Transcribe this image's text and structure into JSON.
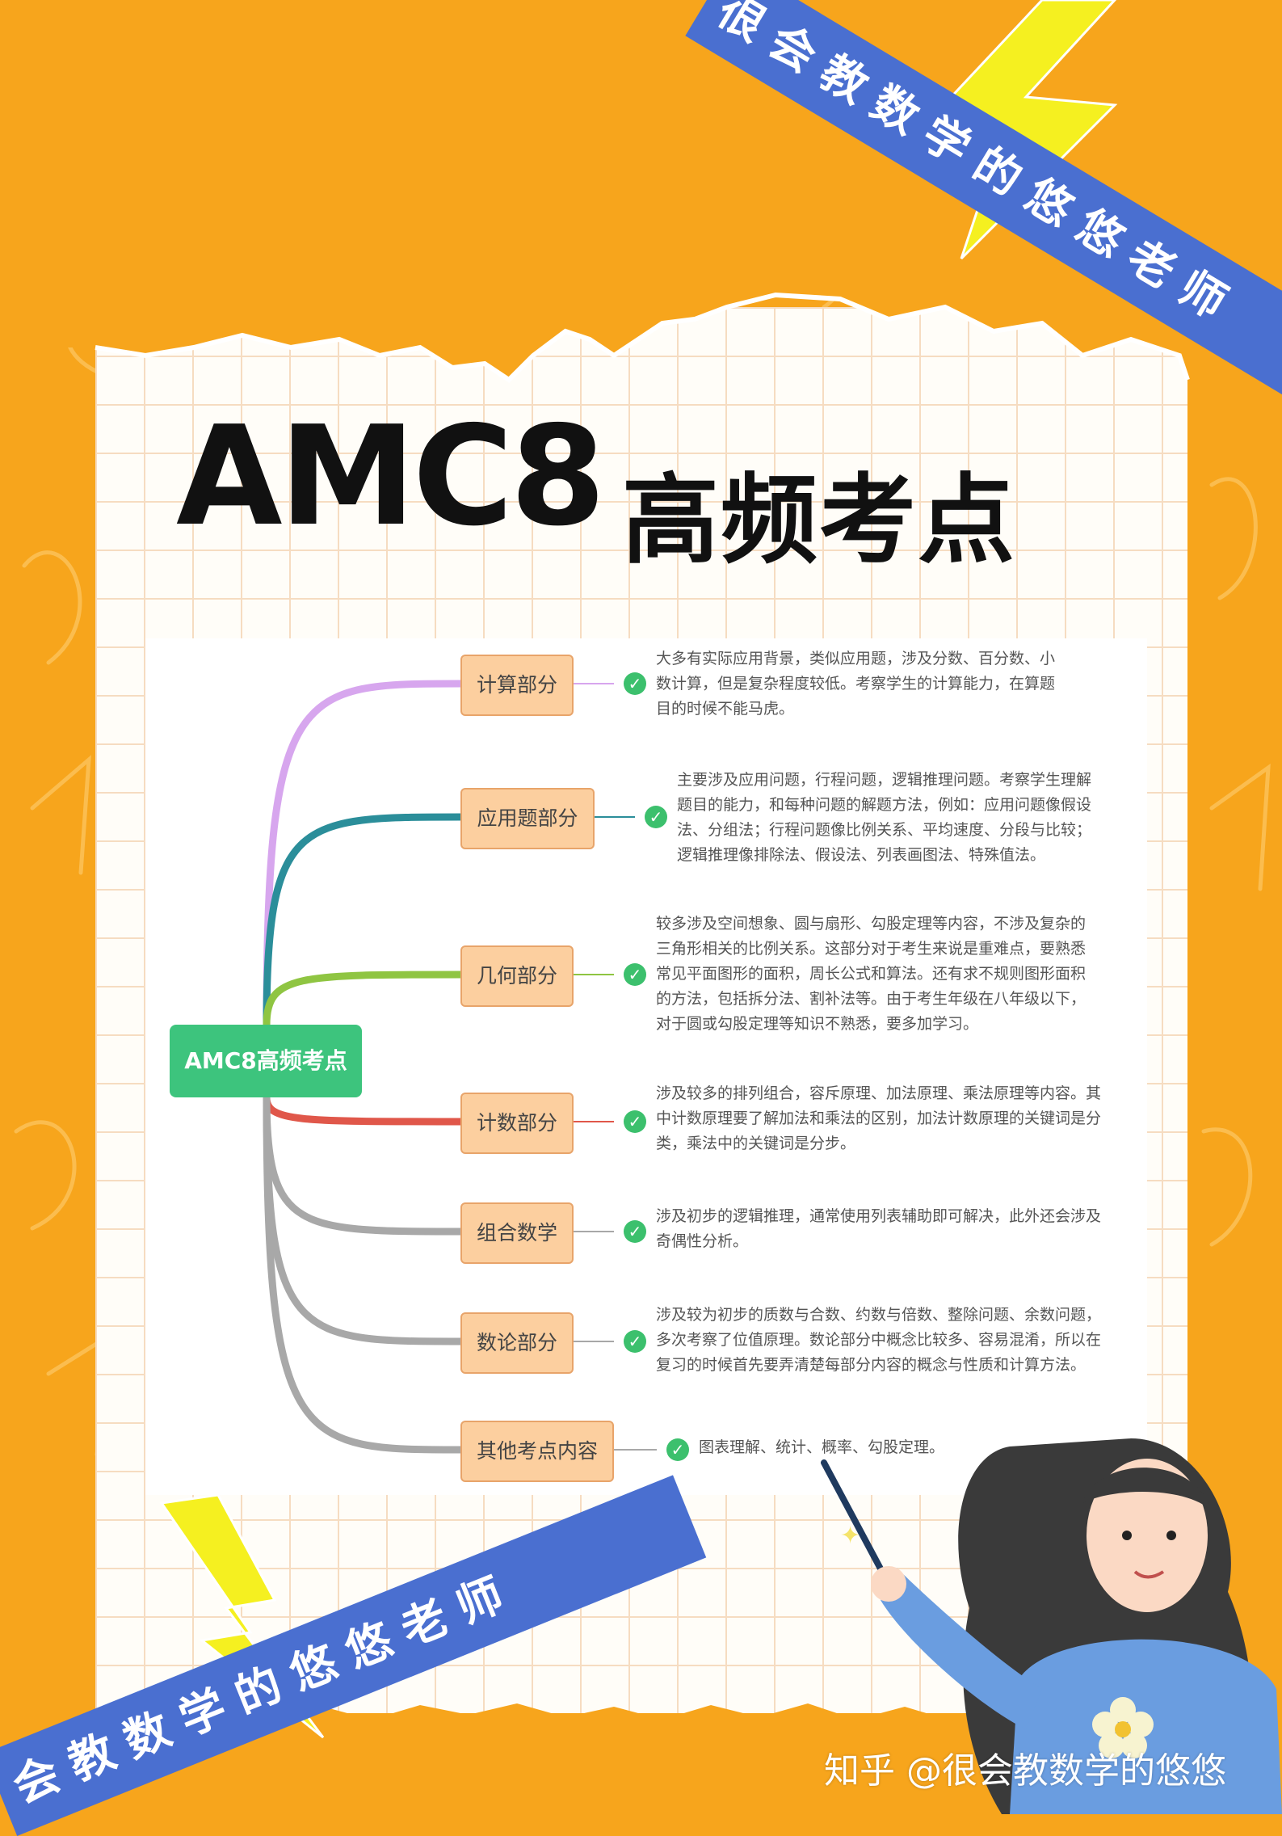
{
  "title": {
    "main": "AMC8",
    "sub": "高频考点"
  },
  "ribbons": {
    "top": "很会教数学的悠悠老师",
    "bottom": "会教数学的悠悠老师"
  },
  "watermark": "知乎 @很会教数学的悠悠",
  "colors": {
    "background": "#f7a51c",
    "ribbon": "#4a6fd0",
    "root": "#3dc47d",
    "branch_fill": "#fccf9f",
    "check": "#3cc06d"
  },
  "mindmap": {
    "root": "AMC8高频考点",
    "branches": [
      {
        "label": "计算部分",
        "color": "#d7a6ee",
        "desc": [
          "大多有实际应用背景，类似应用题，涉及分数、百分数、小",
          "数计算，但是复杂程度较低。考察学生的计算能力，在算题",
          "目的时候不能马虎。"
        ]
      },
      {
        "label": "应用题部分",
        "color": "#2b8e9a",
        "desc": [
          "主要涉及应用问题，行程问题，逻辑推理问题。考察学生理解",
          "题目的能力，和每种问题的解题方法，例如：应用问题像假设",
          "法、分组法；行程问题像比例关系、平均速度、分段与比较；",
          "逻辑推理像排除法、假设法、列表画图法、特殊值法。"
        ]
      },
      {
        "label": "几何部分",
        "color": "#8fc542",
        "desc": [
          "较多涉及空间想象、圆与扇形、勾股定理等内容，不涉及复杂的",
          "三角形相关的比例关系。这部分对于考生来说是重难点，要熟悉",
          "常见平面图形的面积，周长公式和算法。还有求不规则图形面积",
          "的方法，包括拆分法、割补法等。由于考生年级在八年级以下，",
          "对于圆或勾股定理等知识不熟悉，要多加学习。"
        ]
      },
      {
        "label": "计数部分",
        "color": "#e0574a",
        "desc": [
          "涉及较多的排列组合，容斥原理、加法原理、乘法原理等内容。其",
          "中计数原理要了解加法和乘法的区别，加法计数原理的关键词是分",
          "类，乘法中的关键词是分步。"
        ]
      },
      {
        "label": "组合数学",
        "color": "#a8a8a8",
        "desc": [
          "涉及初步的逻辑推理，通常使用列表辅助即可解决，此外还会涉及",
          "奇偶性分析。"
        ]
      },
      {
        "label": "数论部分",
        "color": "#a8a8a8",
        "desc": [
          "涉及较为初步的质数与合数、约数与倍数、整除问题、余数问题，",
          "多次考察了位值原理。数论部分中概念比较多、容易混淆，所以在",
          "复习的时候首先要弄清楚每部分内容的概念与性质和计算方法。"
        ]
      },
      {
        "label": "其他考点内容",
        "color": "#a8a8a8",
        "desc": [
          "图表理解、统计、概率、勾股定理。"
        ]
      }
    ]
  }
}
